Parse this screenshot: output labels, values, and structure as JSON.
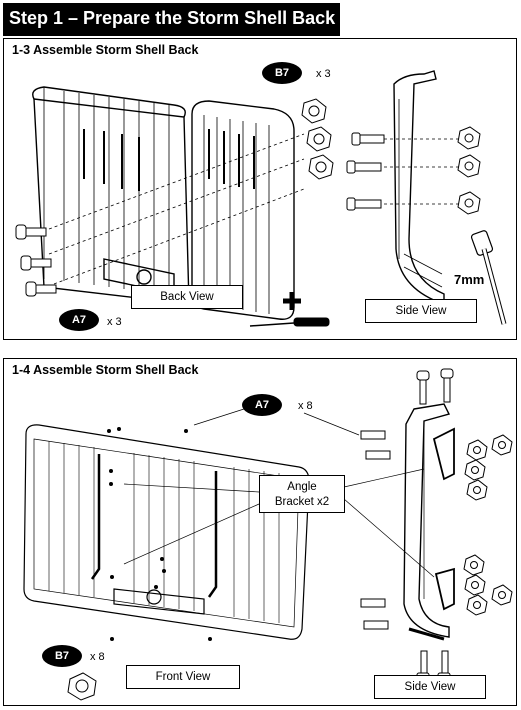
{
  "step_title": "Step 1 – Prepare the Storm Shell Back",
  "panel1": {
    "title": "1-3  Assemble Storm Shell Back",
    "part_b": {
      "code": "B7",
      "qty": "x 3"
    },
    "part_a": {
      "code": "A7",
      "qty": "x 3"
    },
    "back_view_label": "Back View",
    "side_view_label": "Side View",
    "wrench_size": "7mm",
    "icons": [
      "phillips-screwdriver-icon",
      "socket-wrench-icon",
      "plus-icon"
    ]
  },
  "panel2": {
    "title": "1-4  Assemble Storm Shell Back",
    "part_a": {
      "code": "A7",
      "qty": "x 8"
    },
    "part_b": {
      "code": "B7",
      "qty": "x 8"
    },
    "angle_bracket_line1": "Angle",
    "angle_bracket_line2": "Bracket x2",
    "front_view_label": "Front View",
    "side_view_label": "Side View"
  }
}
